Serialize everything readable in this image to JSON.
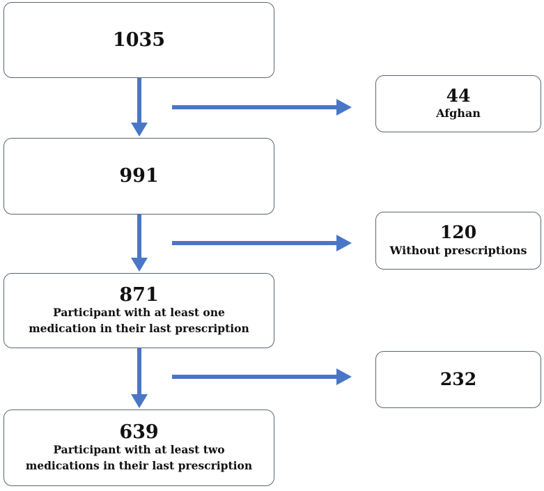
{
  "colors": {
    "arrow": "#4a76c7",
    "box_border": "#5b6470",
    "text": "#111111"
  },
  "main_flow": {
    "step1": {
      "count": "1035"
    },
    "step2": {
      "count": "991"
    },
    "step3": {
      "count": "871",
      "label_line1": "Participant with at least one",
      "label_line2": "medication in their last prescription"
    },
    "step4": {
      "count": "639",
      "label_line1": "Participant with at least two",
      "label_line2": "medications in their last prescription"
    }
  },
  "exclusions": {
    "excl1": {
      "count": "44",
      "label": "Afghan"
    },
    "excl2": {
      "count": "120",
      "label": "Without prescriptions"
    },
    "excl3": {
      "count": "232"
    }
  }
}
